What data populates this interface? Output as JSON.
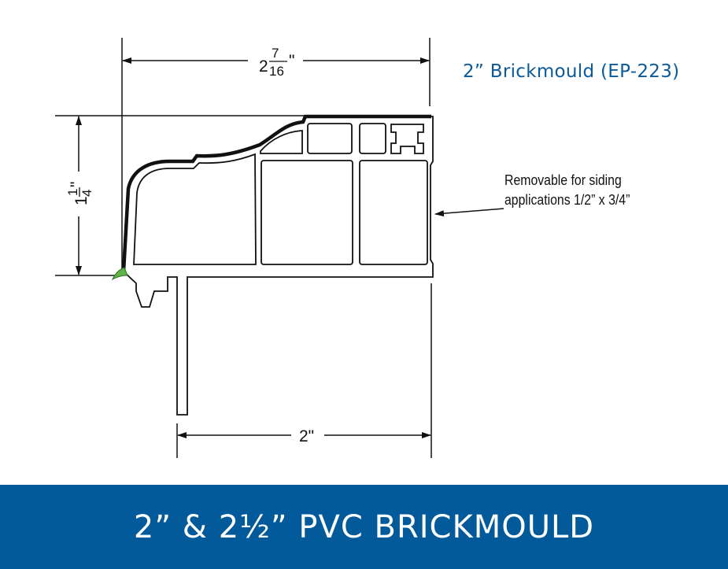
{
  "product_title": "2” Brickmould (EP-223)",
  "dimensions": {
    "width_top": {
      "whole": "2",
      "num": "7",
      "den": "16",
      "unit": "\""
    },
    "height": {
      "whole": "1",
      "num": "1",
      "den": "4",
      "unit": "\""
    },
    "width_bottom": "2\""
  },
  "note": {
    "line1": "Removable for siding",
    "line2": "applications 1/2” x 3/4”"
  },
  "banner": {
    "title": "2” & 2½” PVC BRICKMOULD"
  },
  "colors": {
    "brand": "#035a9a",
    "seal": "#5cb346"
  }
}
